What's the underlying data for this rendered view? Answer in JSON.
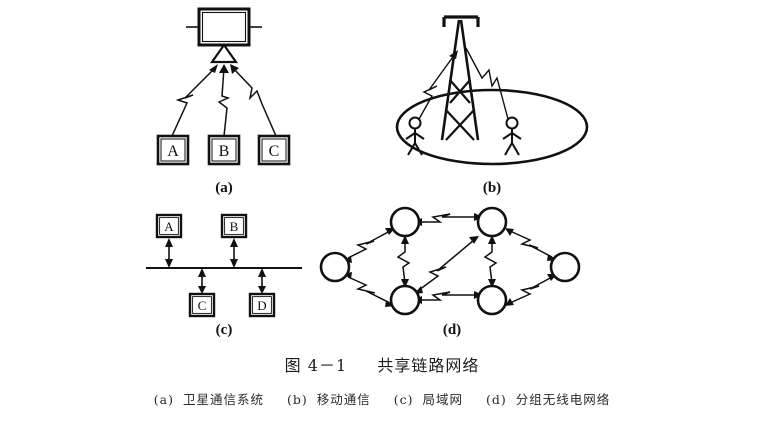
{
  "figure": {
    "caption_main": "图 4－1　共享链路网络",
    "caption_number": "图 4－1",
    "caption_title": "共享链路网络",
    "background_color": "#ffffff",
    "ink_color": "#111111"
  },
  "subcaptions": [
    {
      "tag": "(a)",
      "text": "卫星通信系统"
    },
    {
      "tag": "(b)",
      "text": "移动通信"
    },
    {
      "tag": "(c)",
      "text": "局域网"
    },
    {
      "tag": "(d)",
      "text": "分组无线电网络"
    }
  ],
  "panels": {
    "a": {
      "label": "(a)",
      "title": "卫星通信系统",
      "satellite_name": "satellite-body",
      "antenna_name": "satellite-antenna",
      "stations": [
        {
          "label": "A"
        },
        {
          "label": "B"
        },
        {
          "label": "C"
        }
      ],
      "link_count": 3,
      "link_type": "lightning-uplink"
    },
    "b": {
      "label": "(b)",
      "title": "移动通信",
      "tower_name": "radio-tower",
      "coverage_name": "coverage-ellipse",
      "users": [
        {
          "id": "left-user"
        },
        {
          "id": "right-user"
        }
      ],
      "link_count": 2,
      "link_type": "lightning-radio-link"
    },
    "c": {
      "label": "(c)",
      "title": "局域网",
      "bus_name": "lan-bus-line",
      "stations_above": [
        {
          "label": "A"
        },
        {
          "label": "B"
        }
      ],
      "stations_below": [
        {
          "label": "C"
        },
        {
          "label": "D"
        }
      ],
      "link_type": "bidirectional-arrow"
    },
    "d": {
      "label": "(d)",
      "title": "分组无线电网络",
      "node_count": 6,
      "nodes": [
        {
          "id": "node-west"
        },
        {
          "id": "node-north-west"
        },
        {
          "id": "node-north-east"
        },
        {
          "id": "node-south-west"
        },
        {
          "id": "node-south-east"
        },
        {
          "id": "node-east"
        }
      ],
      "link_count": 9,
      "link_type": "bidirectional-lightning"
    }
  }
}
